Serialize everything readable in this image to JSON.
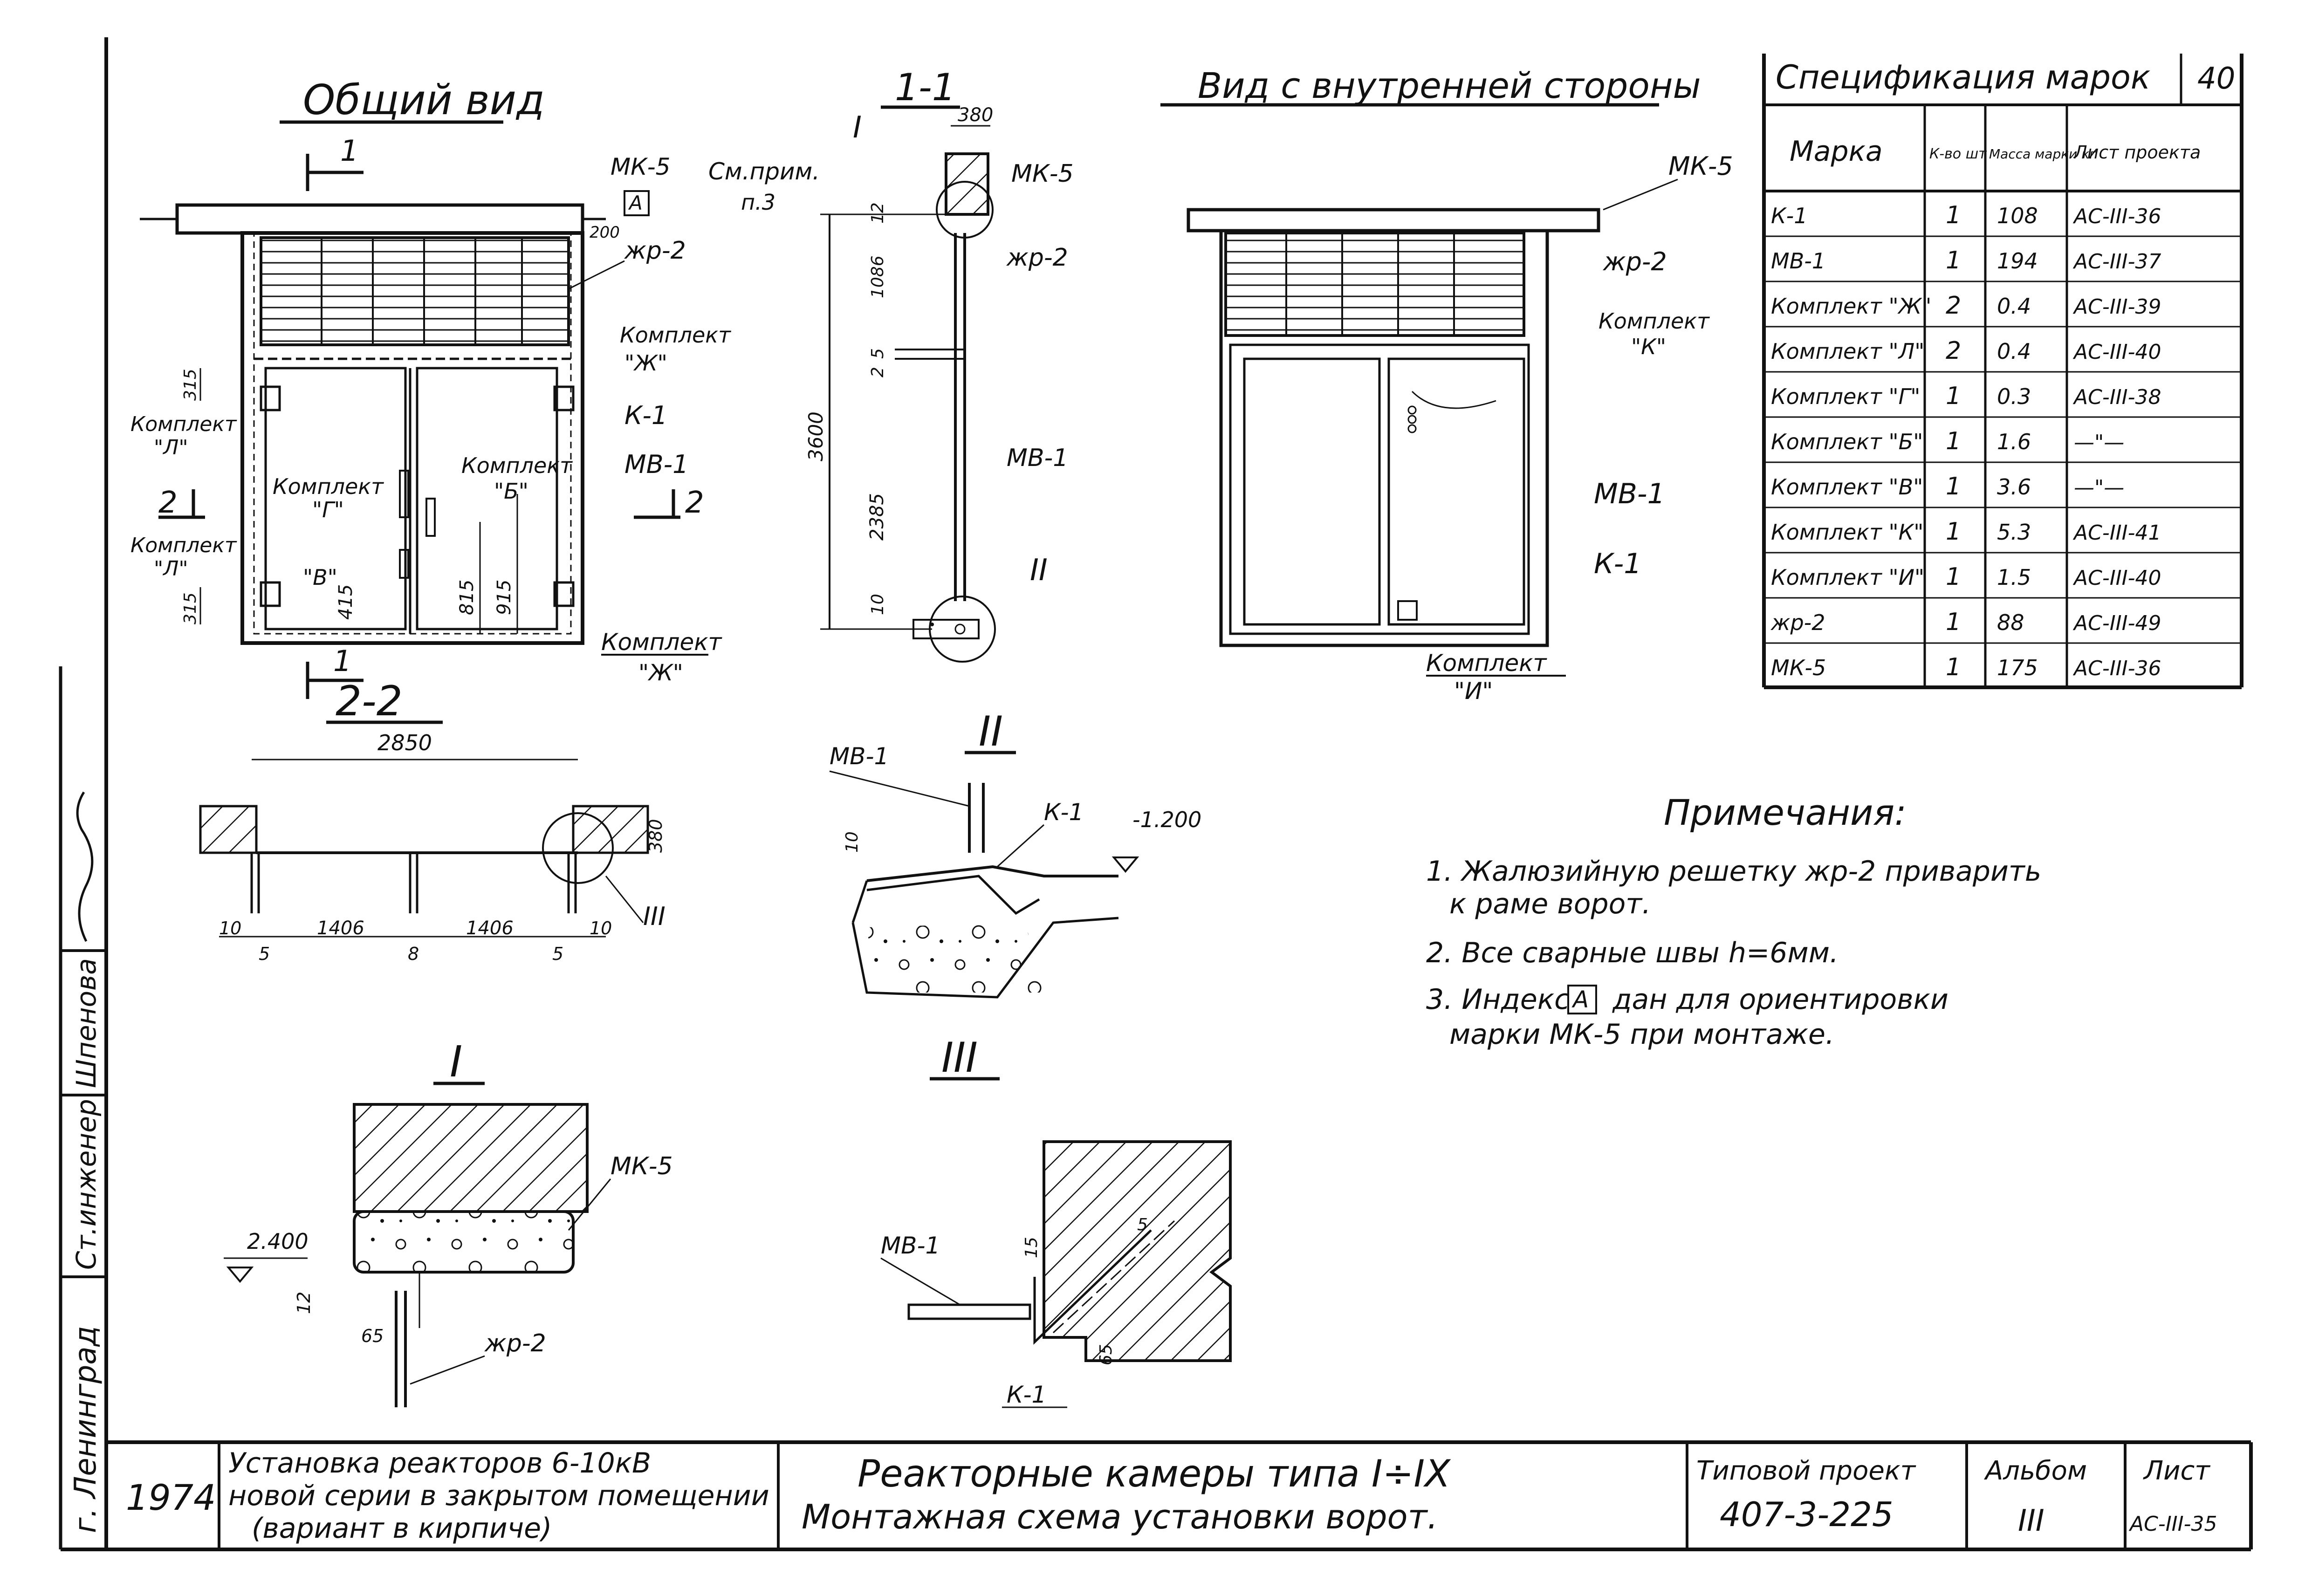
{
  "views": {
    "general_title": "Общий вид",
    "section_11_title": "1-1",
    "inside_title": "Вид с внутренней стороны",
    "section_22_title": "2-2",
    "detail_II_title": "II",
    "detail_I_title": "I",
    "detail_III_title": "III"
  },
  "general_view": {
    "mk5": "МК-5",
    "see_note": "См.прим.",
    "note_ref": "п.3",
    "index_a": "A",
    "dim_200": "200",
    "zhr2": "жр-2",
    "kit_zh_top": "Комплект",
    "kit_zh_top_mark": "\"Ж\"",
    "k1": "К-1",
    "mv1": "МВ-1",
    "kit_l_top": "Комплект",
    "kit_l_top_mark": "\"Л\"",
    "kit_l_bot": "Комплект",
    "kit_l_bot_mark": "\"Л\"",
    "kit_g": "Комплект",
    "kit_g_mark": "\"Г\"",
    "kit_b": "Комплект",
    "kit_b_mark": "\"Б\"",
    "kit_v_mark": "\"В\"",
    "kit_zh_bot": "Комплект",
    "kit_zh_bot_mark": "\"Ж\"",
    "dim_315a": "315",
    "dim_315b": "315",
    "dim_415": "415",
    "dim_815": "815",
    "dim_915": "915",
    "cut1": "1",
    "cut1b": "1",
    "cut2": "2",
    "cut2b": "2"
  },
  "section_11": {
    "dim_380": "380",
    "mk5": "МК-5",
    "zhr2": "жр-2",
    "mv1": "МВ-1",
    "dim_12": "12",
    "dim_1086": "1086",
    "dim_5": "5",
    "dim_2": "2",
    "dim_3600": "3600",
    "dim_2385": "2385",
    "dim_10": "10",
    "mark_I": "I",
    "mark_II": "II"
  },
  "inside_view": {
    "mk5": "МК-5",
    "zhr2": "жр-2",
    "kit_k": "Комплект",
    "kit_k_mark": "\"К\"",
    "mv1": "МВ-1",
    "k1": "К-1",
    "kit_i": "Комплект",
    "kit_i_mark": "\"И\""
  },
  "section_22": {
    "dim_2850": "2850",
    "dim_380": "380",
    "dim_10a": "10",
    "dim_5a": "5",
    "dim_1406a": "1406",
    "dim_8": "8",
    "dim_1406b": "1406",
    "dim_5b": "5",
    "dim_10b": "10",
    "mark_III": "III"
  },
  "detail_II": {
    "mv1": "МВ-1",
    "k1": "К-1",
    "level": "-1.200",
    "dim_10": "10"
  },
  "detail_I": {
    "mk5": "МК-5",
    "level": "2.400",
    "dim_12": "12",
    "dim_65": "65",
    "zhr2": "жр-2"
  },
  "detail_III": {
    "mv1": "МВ-1",
    "k1": "К-1",
    "dim_15": "15",
    "dim_5": "5",
    "dim_65": "65"
  },
  "spec": {
    "title": "Спецификация марок",
    "sheet_no": "40",
    "headers": [
      "Марка",
      "К-во шт",
      "Масса марки кг",
      "Лист проекта"
    ],
    "rows": [
      [
        "К-1",
        "1",
        "108",
        "АС-III-36"
      ],
      [
        "МВ-1",
        "1",
        "194",
        "АС-III-37"
      ],
      [
        "Комплект \"Ж\"",
        "2",
        "0.4",
        "АС-III-39"
      ],
      [
        "Комплект \"Л\"",
        "2",
        "0.4",
        "АС-III-40"
      ],
      [
        "Комплект \"Г\"",
        "1",
        "0.3",
        "АС-III-38"
      ],
      [
        "Комплект \"Б\"",
        "1",
        "1.6",
        "—\"—"
      ],
      [
        "Комплект \"В\"",
        "1",
        "3.6",
        "—\"—"
      ],
      [
        "Комплект \"К\"",
        "1",
        "5.3",
        "АС-III-41"
      ],
      [
        "Комплект \"И\"",
        "1",
        "1.5",
        "АС-III-40"
      ],
      [
        "жр-2",
        "1",
        "88",
        "АС-III-49"
      ],
      [
        "МК-5",
        "1",
        "175",
        "АС-III-36"
      ]
    ]
  },
  "notes": {
    "title": "Примечания:",
    "n1a": "1. Жалюзийную решетку жр-2 приварить",
    "n1b": "к раме ворот.",
    "n2": "2. Все сварные швы h=6мм.",
    "n3a_1": "3. Индекс",
    "n3a_box": "A",
    "n3a_2": "дан для ориентировки",
    "n3b": "марки МК-5 при монтаже."
  },
  "side_stamp": {
    "city": "г. Ленинград",
    "role": "Ст.инженер",
    "name": "Шпенова"
  },
  "title_block": {
    "year": "1974",
    "desc1": "Установка реакторов 6-10кВ",
    "desc2": "новой серии в закрытом помещении",
    "desc3": "(вариант в кирпиче)",
    "main1": "Реакторные камеры типа I÷IX",
    "main2": "Монтажная схема установки ворот.",
    "project_label": "Типовой проект",
    "project_no": "407-3-225",
    "album_label": "Альбом",
    "album_no": "III",
    "sheet_label": "Лист",
    "sheet_no": "АС-III-35"
  }
}
